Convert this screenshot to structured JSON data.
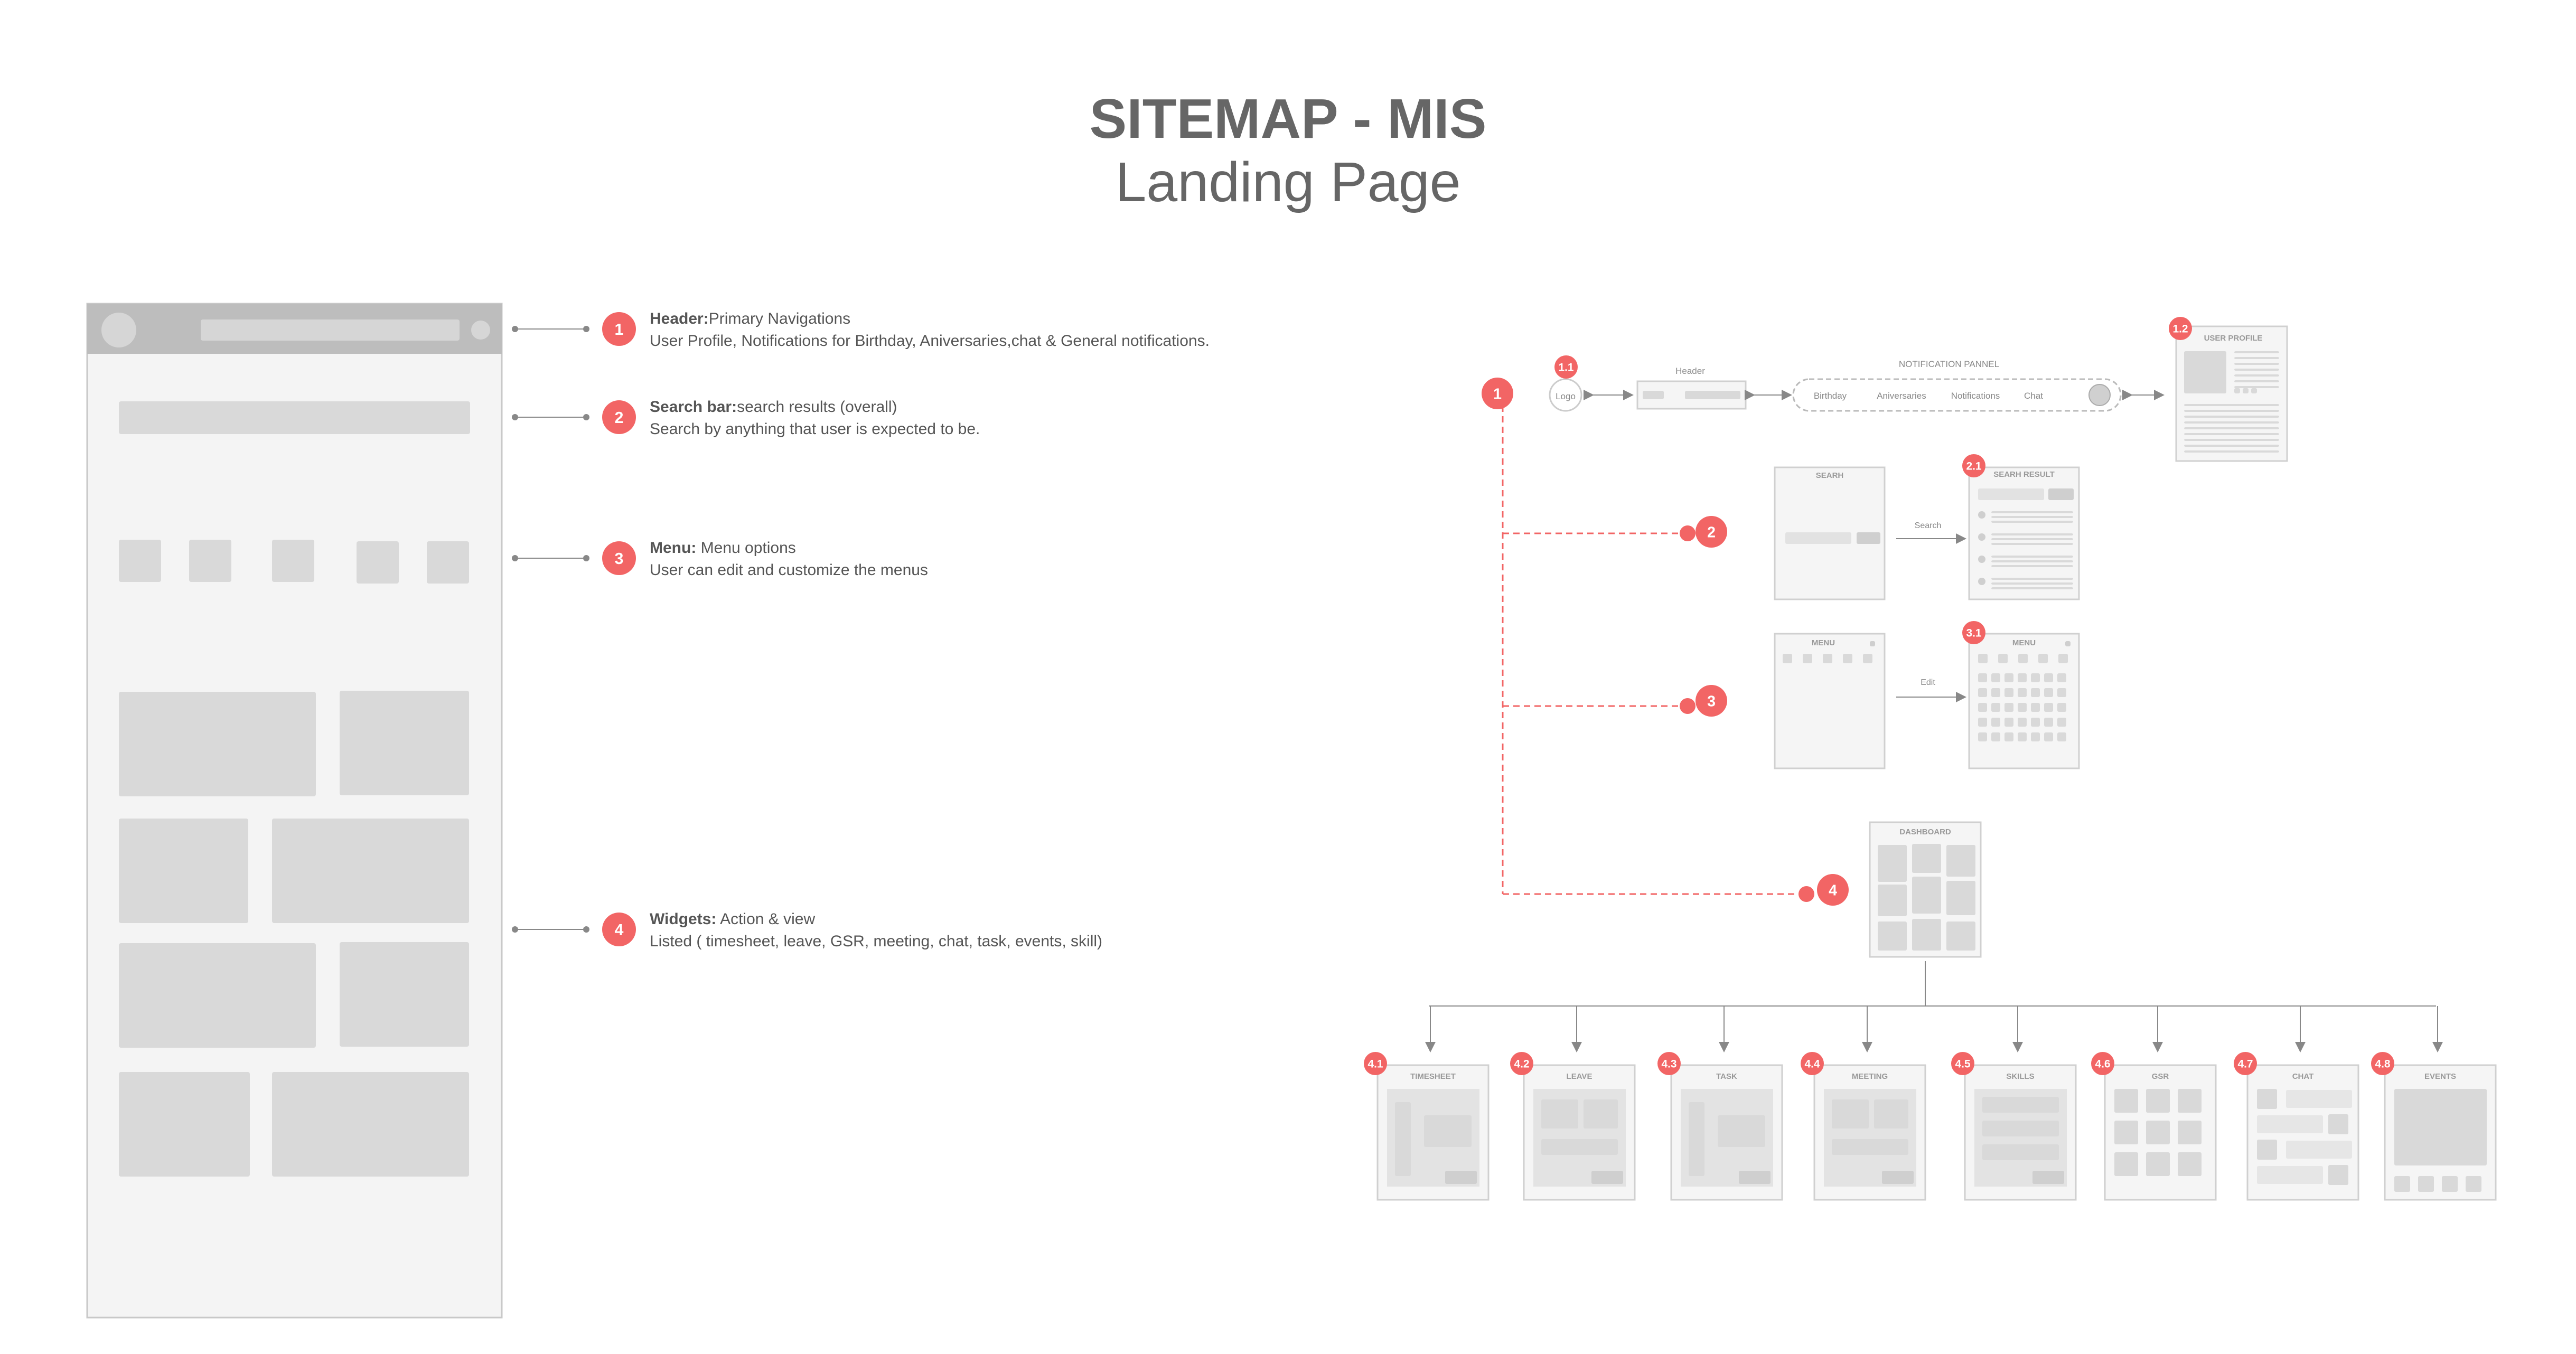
{
  "title": "SITEMAP - MIS",
  "subtitle": "Landing Page",
  "annotations": [
    {
      "num": "1",
      "heading": "Header:",
      "heading_rest": "Primary Navigations",
      "desc": "User Profile, Notifications for Birthday, Aniversaries,chat & General notifications."
    },
    {
      "num": "2",
      "heading": "Search bar:",
      "heading_rest": "search results (overall)",
      "desc": "Search by anything that user is expected to be."
    },
    {
      "num": "3",
      "heading": "Menu:",
      "heading_rest": " Menu options",
      "desc": "User can edit and customize the menus"
    },
    {
      "num": "4",
      "heading": "Widgets:",
      "heading_rest": " Action & view",
      "desc": "Listed ( timesheet, leave, GSR, meeting, chat, task, events, skill)"
    }
  ],
  "sitemap": {
    "header_label": "Header",
    "logo": "Logo",
    "notification_panel_label": "NOTIFICATION PANNEL",
    "notification_items": [
      "Birthday",
      "Aniversaries",
      "Notifications",
      "Chat"
    ],
    "user_profile": "USER PROFILE",
    "search": "SEARH",
    "search_action": "Search",
    "search_result": "SEARH RESULT",
    "menu": "MENU",
    "menu_action": "Edit",
    "menu_edit": "MENU",
    "dashboard": "DASHBOARD",
    "badges": {
      "n1": "1",
      "n11": "1.1",
      "n12": "1.2",
      "n2": "2",
      "n21": "2.1",
      "n3": "3",
      "n31": "3.1",
      "n4": "4"
    },
    "widgets": [
      {
        "badge": "4.1",
        "label": "TIMESHEET"
      },
      {
        "badge": "4.2",
        "label": "LEAVE"
      },
      {
        "badge": "4.3",
        "label": "TASK"
      },
      {
        "badge": "4.4",
        "label": "MEETING"
      },
      {
        "badge": "4.5",
        "label": "SKILLS"
      },
      {
        "badge": "4.6",
        "label": "GSR"
      },
      {
        "badge": "4.7",
        "label": "CHAT"
      },
      {
        "badge": "4.8",
        "label": "EVENTS"
      }
    ]
  },
  "colors": {
    "accent": "#f26565",
    "box": "#d9d9d9",
    "panel_border": "#cccccc",
    "text": "#555555",
    "connector": "#888888"
  }
}
